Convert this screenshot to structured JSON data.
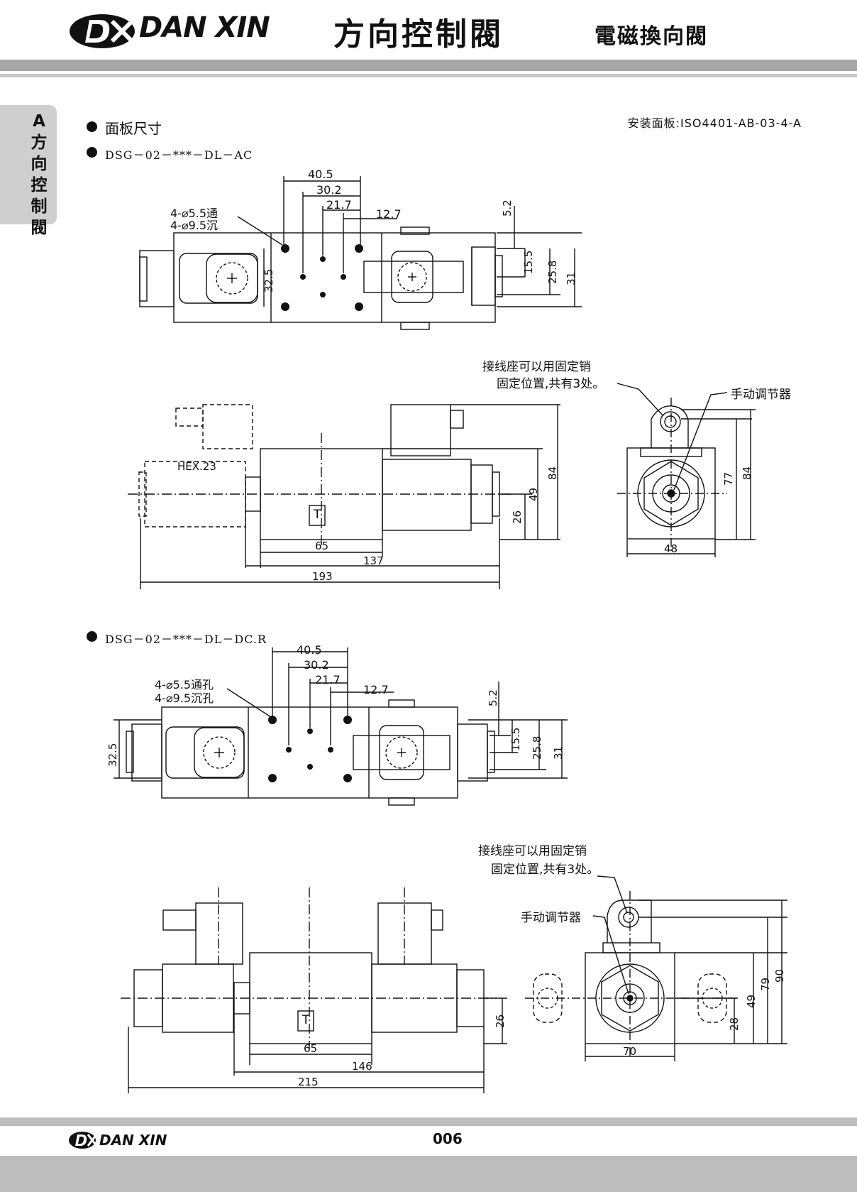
{
  "header": {
    "brand": "DAN XIN",
    "title": "方向控制閥",
    "subtitle": "電磁換向閥"
  },
  "side_tab": {
    "letters": [
      "A",
      "方",
      "向",
      "控",
      "制",
      "閥"
    ]
  },
  "section": {
    "title": "面板尺寸",
    "mount_standard": "安装面板:ISO4401-AB-03-4-A"
  },
  "model_ac": {
    "name": "DSG－02－***－DL－AC",
    "holes_through": "4-⌀5.5通",
    "holes_counter": "4-⌀9.5沉",
    "dims": {
      "d1": "40.5",
      "d2": "30.2",
      "d3": "21.7",
      "d4": "12.7",
      "d5": "5.2",
      "d6": "15.5",
      "d7": "25.8",
      "d8": "31",
      "d9": "32.5",
      "hex": "HEX.23",
      "t": "T",
      "w65": "65",
      "w137": "137",
      "w193": "193",
      "h26": "26",
      "h49": "49",
      "h84": "84",
      "e77": "77",
      "e84": "84",
      "e48": "48"
    },
    "note_pin_1": "接线座可以用固定销",
    "note_pin_2": "固定位置,共有3处。",
    "note_manual": "手动调节器"
  },
  "model_dc": {
    "name": "DSG－02－***－DL－DC.R",
    "holes_through": "4-⌀5.5通孔",
    "holes_counter": "4-⌀9.5沉孔",
    "dims": {
      "d1": "40.5",
      "d2": "30.2",
      "d3": "21.7",
      "d4": "12.7",
      "d5": "5.2",
      "d6": "15.5",
      "d7": "25.8",
      "d8": "31",
      "d9": "32.5",
      "t": "T",
      "w65": "65",
      "w146": "146",
      "w215": "215",
      "h26": "26",
      "e28": "28",
      "e49": "49",
      "e79": "79",
      "e90": "90",
      "e70": "70"
    },
    "note_pin_1": "接线座可以用固定销",
    "note_pin_2": "固定位置,共有3处。",
    "note_manual": "手动调节器"
  },
  "footer": {
    "brand": "DAN XIN",
    "page": "006"
  }
}
